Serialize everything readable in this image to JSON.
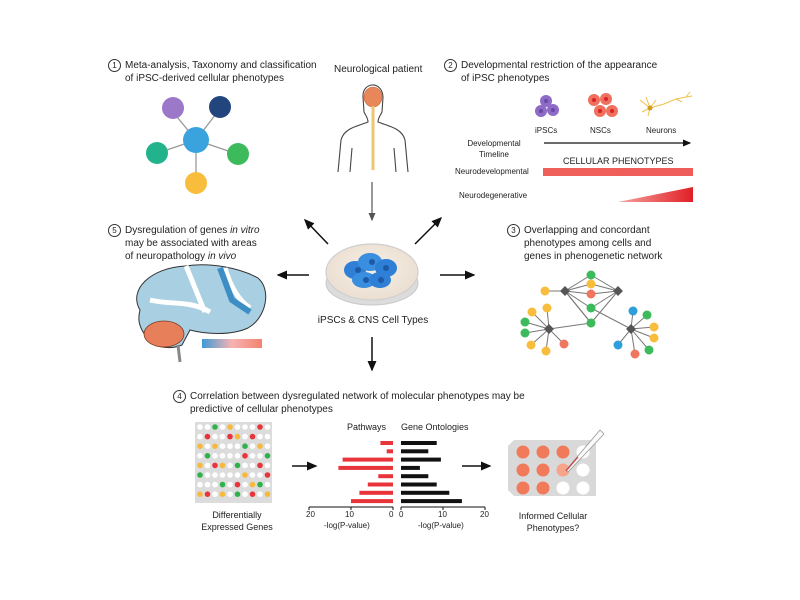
{
  "center": {
    "label": "iPSCs & CNS Cell Types"
  },
  "patient": {
    "label": "Neurological patient"
  },
  "panel1": {
    "number": "1",
    "title_line1": "Meta-analysis, Taxonomy and classification",
    "title_line2": "of iPSC-derived cellular phenotypes",
    "colors": {
      "center": "#3aa3de",
      "purple": "#9b79c8",
      "navy": "#23457e",
      "teal": "#23b38c",
      "green": "#3dba5b",
      "yellow": "#f8bd3c"
    }
  },
  "panel2": {
    "number": "2",
    "title_line1": "Developmental restriction of the appearance",
    "title_line2": "of iPSC phenotypes",
    "cells": [
      "iPSCs",
      "NSCs",
      "Neurons"
    ],
    "timeline_line1": "Developmental",
    "timeline_line2": "Timeline",
    "phenotypes_header": "CELLULAR PHENOTYPES",
    "row1": "Neurodevelopmental",
    "row2": "Neurodegenerative"
  },
  "panel3": {
    "number": "3",
    "title_line1": "Overlapping and concordant",
    "title_line2": "phenotypes among cells and",
    "title_line3": "genes in phenogenetic network"
  },
  "panel4": {
    "number": "4",
    "title_line1": "Correlation between dysregulated network of molecular phenotypes may be",
    "title_line2": "predictive of cellular phenotypes",
    "genes_label_line1": "Differentially",
    "genes_label_line2": "Expressed Genes",
    "outcome_line1": "Informed Cellular",
    "outcome_line2": "Phenotypes?"
  },
  "panel5": {
    "number": "5",
    "title_line1_a": "Dysregulation of genes ",
    "title_line1_b": "in vitro",
    "title_line2": "may be associated with areas",
    "title_line3_a": "of neuropathology ",
    "title_line3_b": "in vivo"
  },
  "chart_data": [
    {
      "type": "bar",
      "title": "Pathways",
      "orientation": "horizontal-reversed",
      "values": [
        3,
        1.5,
        12,
        13,
        3.5,
        6,
        8,
        10
      ],
      "xlabel": "-log(P-value)",
      "xlim": [
        0,
        20
      ],
      "ticks": [
        "20",
        "10",
        "0"
      ],
      "color": "#e8343a"
    },
    {
      "type": "bar",
      "title": "Gene Ontologies",
      "orientation": "horizontal",
      "values": [
        8.5,
        6.5,
        9.5,
        4.5,
        6.5,
        8.5,
        11.5,
        14.5
      ],
      "xlabel": "-log(P-value)",
      "xlim": [
        0,
        20
      ],
      "ticks": [
        "0",
        "10",
        "20"
      ],
      "color": "#111111"
    }
  ]
}
